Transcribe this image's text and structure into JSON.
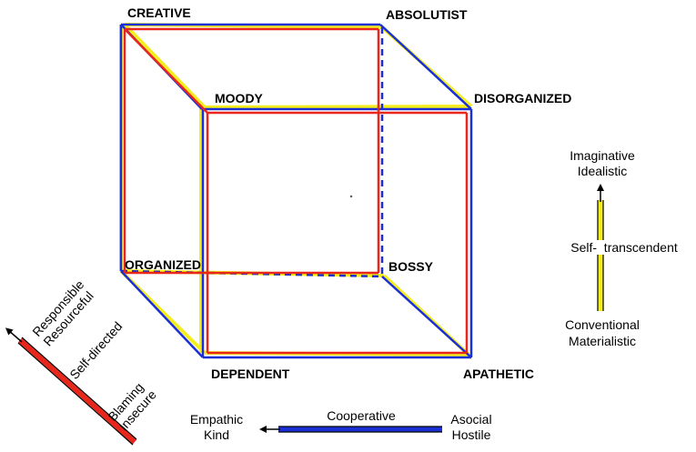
{
  "corners": {
    "creative": "CREATIVE",
    "absolutist": "ABSOLUTIST",
    "moody": "MOODY",
    "disorganized": "DISORGANIZED",
    "organized": "ORGANIZED",
    "bossy": "BOSSY",
    "dependent": "DEPENDENT",
    "apathetic": "APATHETIC"
  },
  "self_transcendence_axis": {
    "top_line1": "Imaginative",
    "top_line2": "Idealistic",
    "middle": "Self-  transcendent",
    "bottom_line1": "Conventional",
    "bottom_line2": "Materialistic",
    "color": "#f5ee1e"
  },
  "cooperativeness_axis": {
    "left_line1": "Empathic",
    "left_line2": "Kind",
    "middle": "Cooperative",
    "right_line1": "Asocial",
    "right_line2": "Hostile",
    "color": "#1a2fd6"
  },
  "self_directedness_axis": {
    "top_line1": "Responsible",
    "top_line2": "Resourceful",
    "middle": "Self-directed",
    "bottom_line1": "Blaming",
    "bottom_line2": "Insecure",
    "color": "#e8261c"
  }
}
